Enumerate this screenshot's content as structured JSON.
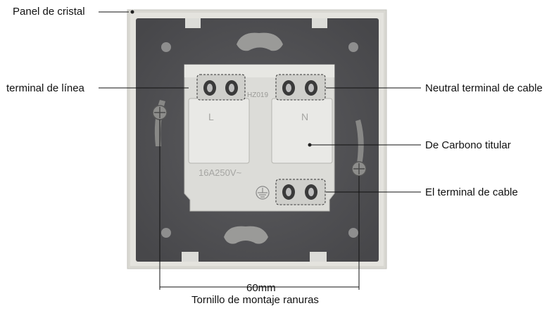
{
  "labels": {
    "glass_panel": "Panel de cristal",
    "line_terminal": "terminal de línea",
    "neutral_terminal": "Neutral terminal de cable",
    "carbon_holder": "De Carbono titular",
    "earth_terminal": "El terminal de cable",
    "dimension": "60mm",
    "mounting_slots": "Tornillo de montaje ranuras"
  },
  "markings": {
    "left_socket": "L",
    "right_socket": "N",
    "rating": "16A250V~",
    "model": "HZ019"
  },
  "colors": {
    "frame": "#d9d8d2",
    "back_plate": "#57575a",
    "module": "#dcdcd8",
    "socket_block": "#e9e9e6",
    "leader_line": "#111111"
  }
}
